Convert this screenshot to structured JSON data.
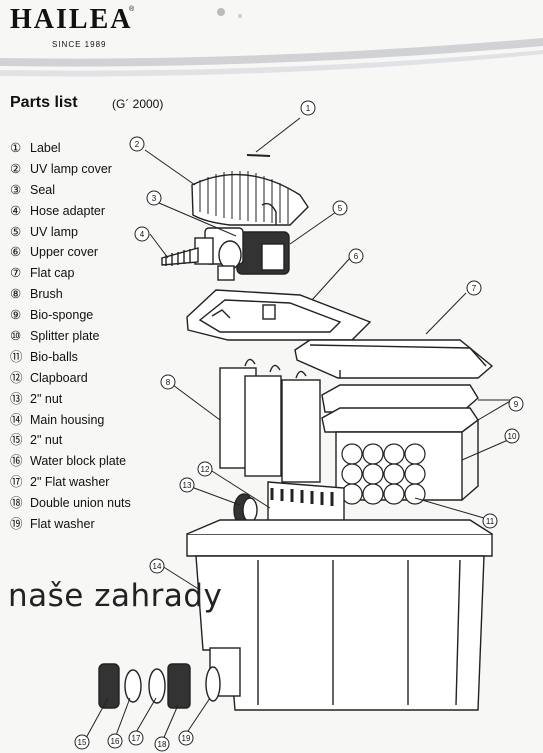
{
  "header": {
    "brand": "HAILEA",
    "registered_mark": "®",
    "since": "SINCE 1989",
    "accent": "#c9cbd0"
  },
  "title": "Parts list",
  "model": "(G´ 2000)",
  "parts": [
    {
      "num": "①",
      "label": "Label"
    },
    {
      "num": "②",
      "label": "UV lamp cover"
    },
    {
      "num": "③",
      "label": "Seal"
    },
    {
      "num": "④",
      "label": "Hose adapter"
    },
    {
      "num": "⑤",
      "label": "UV lamp"
    },
    {
      "num": "⑥",
      "label": "Upper cover"
    },
    {
      "num": "⑦",
      "label": "Flat cap"
    },
    {
      "num": "⑧",
      "label": "Brush"
    },
    {
      "num": "⑨",
      "label": "Bio-sponge"
    },
    {
      "num": "⑩",
      "label": "Splitter plate"
    },
    {
      "num": "⑪",
      "label": "Bio-balls"
    },
    {
      "num": "⑫",
      "label": "Clapboard"
    },
    {
      "num": "⑬",
      "label": "2\" nut"
    },
    {
      "num": "⑭",
      "label": "Main housing"
    },
    {
      "num": "⑮",
      "label": "2\" nut"
    },
    {
      "num": "⑯",
      "label": "Water block plate"
    },
    {
      "num": "⑰",
      "label": "2\" Flat washer"
    },
    {
      "num": "⑱",
      "label": "Double union nuts"
    },
    {
      "num": "⑲",
      "label": "Flat washer"
    }
  ],
  "callouts": [
    "1",
    "2",
    "3",
    "4",
    "5",
    "6",
    "7",
    "8",
    "9",
    "10",
    "11",
    "12",
    "13",
    "14",
    "15",
    "16",
    "17",
    "18",
    "19"
  ],
  "watermark": "naše zahrady"
}
